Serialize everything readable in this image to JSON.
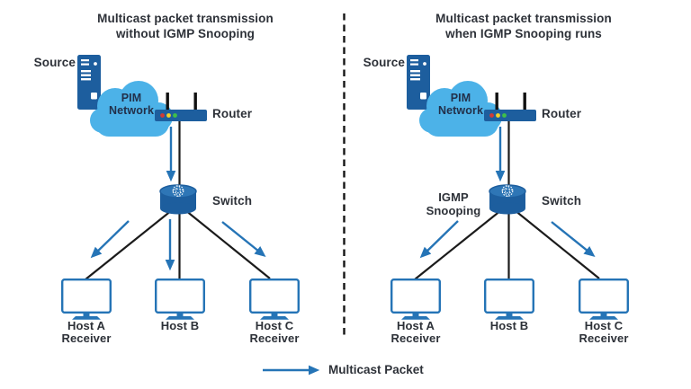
{
  "panels": [
    {
      "title_line1": "Multicast packet transmission",
      "title_line2": "without IGMP Snooping",
      "source_label": "Source",
      "cloud_label_line1": "PIM",
      "cloud_label_line2": "Network",
      "router_label": "Router",
      "switch_label": "Switch",
      "hosts": [
        {
          "name": "Host A",
          "role": "Receiver"
        },
        {
          "name": "Host B",
          "role": ""
        },
        {
          "name": "Host C",
          "role": "Receiver"
        }
      ]
    },
    {
      "title_line1": "Multicast packet transmission",
      "title_line2": "when IGMP Snooping runs",
      "source_label": "Source",
      "cloud_label_line1": "PIM",
      "cloud_label_line2": "Network",
      "router_label": "Router",
      "switch_label": "Switch",
      "snooping_label_line1": "IGMP",
      "snooping_label_line2": "Snooping",
      "hosts": [
        {
          "name": "Host A",
          "role": "Receiver"
        },
        {
          "name": "Host B",
          "role": ""
        },
        {
          "name": "Host C",
          "role": "Receiver"
        }
      ]
    }
  ],
  "legend": {
    "label": "Multicast Packet"
  },
  "colors": {
    "device_blue": "#1d5e9e",
    "cloud_blue": "#4cb2e8",
    "packet_arrow_blue": "#2574b6",
    "switch_top_blue": "#2e76b6",
    "text": "#2d3138",
    "wire_black": "#1b1b1b",
    "led_red": "#d23b35",
    "led_yellow": "#f2d229",
    "led_green": "#3fbf49"
  }
}
